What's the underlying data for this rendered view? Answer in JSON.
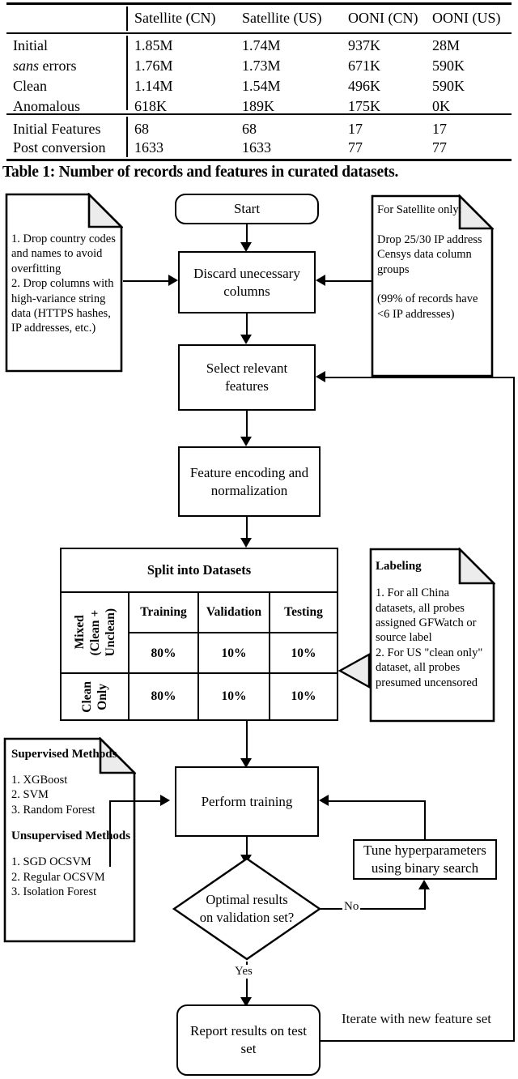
{
  "table1": {
    "col_headers": [
      "",
      "Satellite (CN)",
      "Satellite (US)",
      "OONI (CN)",
      "OONI (US)"
    ],
    "rows": [
      {
        "label": "Initial",
        "label_italic_part": "",
        "values": [
          "1.85M",
          "1.74M",
          "937K",
          "28M"
        ]
      },
      {
        "label": "sans errors",
        "italic_lead": "sans",
        "rest": " errors",
        "values": [
          "1.76M",
          "1.73M",
          "671K",
          "590K"
        ]
      },
      {
        "label": "Clean",
        "values": [
          "1.14M",
          "1.54M",
          "496K",
          "590K"
        ]
      },
      {
        "label": "Anomalous",
        "values": [
          "618K",
          "189K",
          "175K",
          "0K"
        ]
      }
    ],
    "feature_rows": [
      {
        "label": "Initial Features",
        "values": [
          "68",
          "68",
          "17",
          "17"
        ]
      },
      {
        "label": "Post conversion",
        "values": [
          "1633",
          "1633",
          "77",
          "77"
        ]
      }
    ],
    "caption": "Table 1: Number of records and features in curated datasets."
  },
  "flowchart": {
    "nodes": {
      "start": "Start",
      "discard": "Discard unecessary columns",
      "select": "Select relevant features",
      "encode": "Feature encoding and normalization",
      "training": "Perform training",
      "tune": "Tune hyperparameters using binary search",
      "report": "Report results on test set"
    },
    "decision": {
      "line1": "Optimal results",
      "line2": "on validation set?"
    },
    "edge_labels": {
      "no": "No",
      "yes": "Yes",
      "iterate": "Iterate with new feature set"
    },
    "notes": {
      "drop_columns": "1. Drop country codes and names to avoid overfitting\n2. Drop columns with high-variance string data (HTTPS hashes, IP addresses, etc.)",
      "satellite_only": "For Satellite only:\n\nDrop 25/30 IP address Censys data column groups\n\n(99% of records have <6 IP addresses)",
      "labeling_title": "Labeling",
      "labeling_body": "1. For all China datasets, all probes assigned GFWatch or source label\n2. For US \"clean only\" dataset, all probes presumed uncensored",
      "supervised_title": "Supervised Methods",
      "supervised_body": "1. XGBoost\n2. SVM\n3. Random Forest",
      "unsupervised_title": "Unsupervised Methods",
      "unsupervised_body": "1. SGD OCSVM\n2. Regular OCSVM\n3. Isolation Forest"
    },
    "split_table": {
      "title": "Split into Datasets",
      "col_headers": [
        "Training",
        "Validation",
        "Testing"
      ],
      "row_labels": [
        "Mixed\n(Clean +\nUnclean)",
        "Clean\nOnly"
      ],
      "rows": [
        [
          "80%",
          "10%",
          "10%"
        ],
        [
          "80%",
          "10%",
          "10%"
        ]
      ]
    }
  },
  "colors": {
    "ink": "#000000",
    "paper": "#ffffff",
    "fold_fill": "#ececec"
  }
}
